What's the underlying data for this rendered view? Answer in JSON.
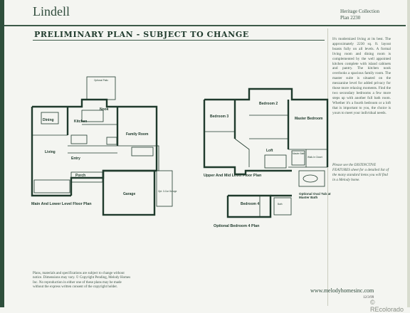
{
  "header": {
    "brand": "Lindell",
    "collection_line1": "Heritage Collection",
    "collection_line2": "Plan 2230",
    "plan_heading": "PRELIMINARY PLAN - SUBJECT TO CHANGE"
  },
  "description": "It's modernized living at its best. The approximately 2230 sq. ft. layout boasts fully on all levels. A formal living room and dining room is complemented by the well appointed kitchen complete with island cabinets and pantry. The kitchen nook overlooks a spacious family room. The master suite is situated on the mezzanine level for added privacy for those more relaxing moments. Find the two secondary bedrooms a few more steps up with another full bath room. Whether it's a fourth bedroom or a loft that is important to you, the choice is yours to meet your individual needs.",
  "options_note": "Please see the DISTINCTIVE FEATURES sheet for a detailed list of the many standard items you will find in a Melody home.",
  "fineprint": "Plans, materials and specifications are subject to change without notice. Dimensions may vary. © Copyright Pending, Melody Homes Inc. No reproduction in either one of these plans may be made without the express written consent of the copyright holder.",
  "website": "www.melodyhomesinc.com",
  "date_code": "12/3/99",
  "watermark": "© REcolorado",
  "captions": {
    "main_level": "Main And Lower Level Floor Plan",
    "upper_level": "Upper And Mid Level Floor Plan",
    "optional_bedroom": "Optional Bedroom 4 Plan",
    "optional_tub": "Optional Oval Tub at Master Bath"
  },
  "rooms": {
    "dining": "Dining",
    "kitchen": "Kitchen",
    "nook": "Nook",
    "family_room": "Family Room",
    "living": "Living",
    "entry": "Entry",
    "porch": "Porch",
    "garage": "Garage",
    "bedroom3": "Bedroom 3",
    "bedroom2": "Bedroom 2",
    "master_bedroom": "Master Bedroom",
    "loft": "Loft",
    "master_bath": "Master Bath",
    "walk_in_closet": "Walk-In Closet",
    "bedroom4": "Bedroom 4",
    "bath": "Bath",
    "opt_3car": "Opt. 3-Car Garage",
    "patio": "Optional Patio"
  }
}
